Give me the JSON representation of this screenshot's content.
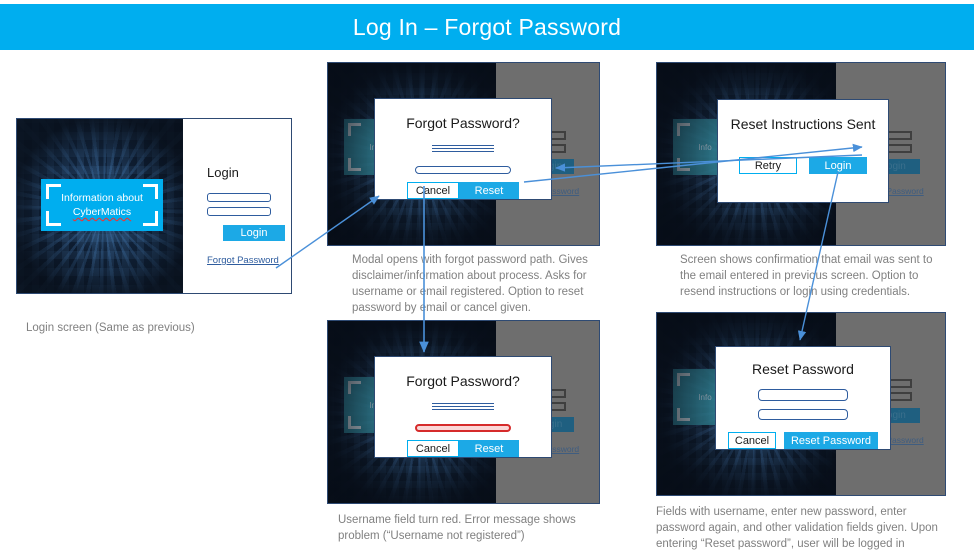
{
  "header": {
    "title": "Log In – Forgot Password",
    "bg": "#00AEEF"
  },
  "colors": {
    "accent": "#00AEEF",
    "primary_button": "#1CA9E6",
    "error": "#D62B2B",
    "connector": "#4A90D9",
    "caption": "#808080"
  },
  "login_screen": {
    "info_card": {
      "line1": "Information about",
      "line2": "CyberMatics"
    },
    "form": {
      "title": "Login",
      "username_value": "",
      "password_value": "",
      "login_button": "Login",
      "forgot_link": "Forgot Password"
    },
    "caption": "Login screen (Same as previous)"
  },
  "panels": [
    {
      "id": "forgot-password",
      "modal": {
        "title": "Forgot Password?",
        "has_text_lines": true,
        "input_value": "",
        "input_state": "normal",
        "buttons": [
          {
            "label": "Cancel",
            "style": "outline"
          },
          {
            "label": "Reset",
            "style": "primary"
          }
        ]
      },
      "background": {
        "info_card_line1": "Info",
        "dim_login_button": "Login",
        "dim_forgot_link": "Forgot Password"
      },
      "caption": "Modal opens with forgot password path. Gives disclaimer/information about process. Asks for username or email registered. Option to reset password by email or cancel given."
    },
    {
      "id": "reset-instructions-sent",
      "modal": {
        "title": "Reset Instructions Sent",
        "has_text_lines": false,
        "buttons": [
          {
            "label": "Retry",
            "style": "outline"
          },
          {
            "label": "Login",
            "style": "primary"
          }
        ]
      },
      "background": {
        "info_card_line1": "Info",
        "dim_login_button": "Login",
        "dim_forgot_link": "Forgot Password"
      },
      "caption": "Screen shows confirmation that email was sent to the email entered in previous screen. Option to resend instructions or login using credentials."
    },
    {
      "id": "forgot-password-error",
      "modal": {
        "title": "Forgot Password?",
        "has_text_lines": true,
        "input_value": "",
        "input_state": "error",
        "buttons": [
          {
            "label": "Cancel",
            "style": "outline"
          },
          {
            "label": "Reset",
            "style": "primary"
          }
        ]
      },
      "background": {
        "info_card_line1": "Info",
        "dim_login_button": "Login",
        "dim_forgot_link": "Forgot Password"
      },
      "caption": "Username field turn red. Error message shows problem (“Username not registered”)"
    },
    {
      "id": "reset-password",
      "modal": {
        "title": "Reset Password",
        "has_text_lines": false,
        "field1_value": "",
        "field2_value": "",
        "buttons": [
          {
            "label": "Cancel",
            "style": "outline"
          },
          {
            "label": "Reset Password",
            "style": "primary"
          }
        ]
      },
      "background": {
        "info_card_line1": "Info",
        "dim_login_button": "Login",
        "dim_forgot_link": "Forgot Password"
      },
      "caption": "Fields with username, enter new password, enter password again, and other validation fields given. Upon entering “Reset password”, user will be logged in"
    }
  ]
}
